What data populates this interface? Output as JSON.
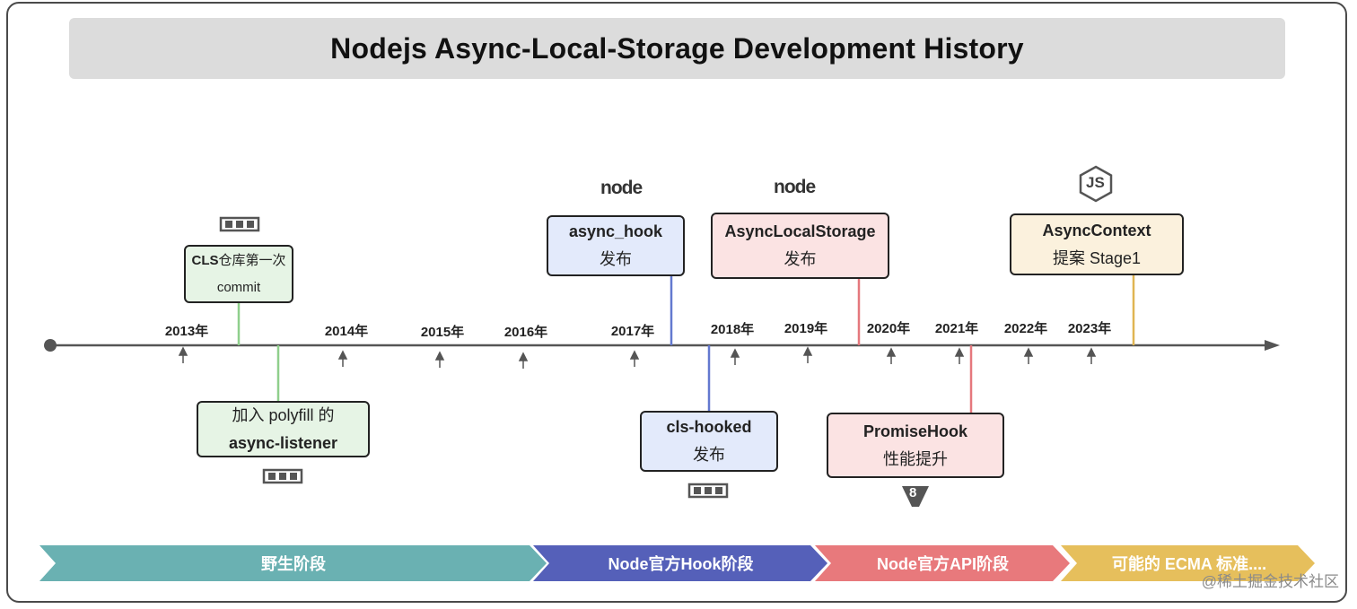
{
  "title": "Nodejs Async-Local-Storage Development History",
  "years": [
    "2013年",
    "2014年",
    "2015年",
    "2016年",
    "2017年",
    "2018年",
    "2019年",
    "2020年",
    "2021年",
    "2022年",
    "2023年"
  ],
  "events": {
    "cls_commit": {
      "line1_bold": "CLS",
      "line1_rest": "仓库第一次",
      "line2": "commit"
    },
    "async_listener": {
      "line1": "加入 polyfill 的",
      "line2": "async-listener"
    },
    "async_hook": {
      "line1": "async_hook",
      "line2": "发布"
    },
    "cls_hooked": {
      "line1": "cls-hooked",
      "line2": "发布"
    },
    "async_local_storage": {
      "line1": "AsyncLocalStorage",
      "line2": "发布"
    },
    "promise_hook": {
      "line1": "PromiseHook",
      "line2": "性能提升"
    },
    "async_context": {
      "line1": "AsyncContext",
      "line2": "提案 Stage1"
    }
  },
  "logos": {
    "npm": "npm",
    "node": "node",
    "js": "JS",
    "v8": "8"
  },
  "phases": [
    {
      "label": "野生阶段",
      "color": "#6ab1b2"
    },
    {
      "label": "Node官方Hook阶段",
      "color": "#5560b9"
    },
    {
      "label": "Node官方API阶段",
      "color": "#e8797c"
    },
    {
      "label": "可能的 ECMA 标准....",
      "color": "#e6bf5c"
    }
  ],
  "colors": {
    "green": "#8fcf8c",
    "blue": "#6379cf",
    "red": "#e5787d",
    "gold": "#e0b552",
    "axis": "#555555"
  },
  "watermark": "@稀土掘金技术社区"
}
